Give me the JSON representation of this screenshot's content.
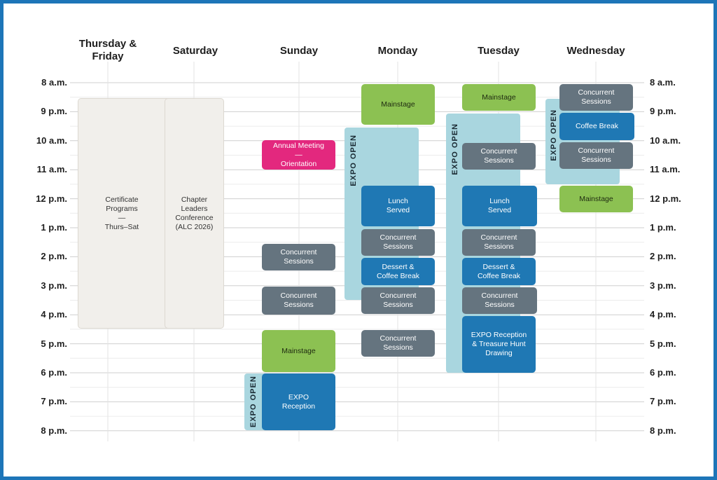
{
  "days": {
    "thu_fri": "Thursday &\nFriday",
    "sat": "Saturday",
    "sun": "Sunday",
    "mon": "Monday",
    "tue": "Tuesday",
    "wed": "Wednesday"
  },
  "times": [
    "8 a.m.",
    "9 p.m.",
    "10 a.m.",
    "11 a.m.",
    "12 p.m.",
    "1 p.m.",
    "2 p.m.",
    "3 p.m.",
    "4 p.m.",
    "5 p.m.",
    "6 p.m.",
    "7 p.m.",
    "8 p.m."
  ],
  "expo_label": "EXPO OPEN",
  "events": {
    "certificate": "Certificate\nPrograms\n—\nThurs–Sat",
    "chapter": "Chapter\nLeaders\nConference\n(ALC 2026)",
    "sun_annual": "Annual Meeting\n—\nOrientation",
    "sun_conc1": "Concurrent\nSessions",
    "sun_conc2": "Concurrent\nSessions",
    "sun_mainstage": "Mainstage",
    "sun_expo": "EXPO\nReception",
    "mon_mainstage": "Mainstage",
    "mon_lunch": "Lunch\nServed",
    "mon_conc1": "Concurrent\nSessions",
    "mon_dessert": "Dessert &\nCoffee Break",
    "mon_conc2": "Concurrent\nSessions",
    "mon_conc3": "Concurrent\nSessions",
    "tue_mainstage": "Mainstage",
    "tue_conc1": "Concurrent\nSessions",
    "tue_lunch": "Lunch\nServed",
    "tue_conc2": "Concurrent\nSessions",
    "tue_dessert": "Dessert &\nCoffee Break",
    "tue_conc3": "Concurrent\nSessions",
    "tue_reception": "EXPO Reception\n& Treasure Hunt\nDrawing",
    "wed_conc1": "Concurrent\nSessions",
    "wed_coffee": "Coffee Break",
    "wed_conc2": "Concurrent\nSessions",
    "wed_mainstage": "Mainstage"
  },
  "colors": {
    "frame": "#1d75b8",
    "mainstage": "#8cc152",
    "highlight": "#1f78b4",
    "sessions": "#65747f",
    "annual": "#e3287e",
    "expo_band": "#a9d6df"
  }
}
